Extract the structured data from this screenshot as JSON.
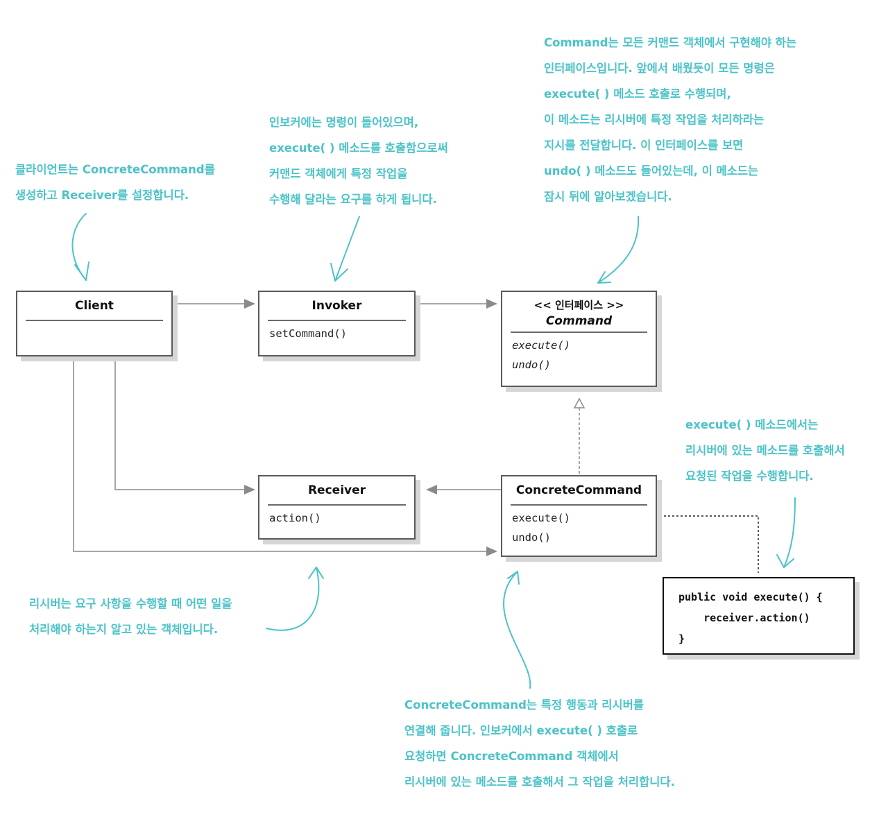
{
  "diagram": {
    "classes": {
      "client": {
        "name": "Client",
        "methods": []
      },
      "invoker": {
        "name": "Invoker",
        "methods": [
          "setCommand()"
        ]
      },
      "command": {
        "stereotype": "<< 인터페이스 >>",
        "name": "Command",
        "methods": [
          "execute()",
          "undo()"
        ]
      },
      "receiver": {
        "name": "Receiver",
        "methods": [
          "action()"
        ]
      },
      "concrete": {
        "name": "ConcreteCommand",
        "methods": [
          "execute()",
          "undo()"
        ]
      }
    },
    "code": {
      "lines": [
        "public void execute() {",
        "    receiver.action()",
        "}"
      ]
    },
    "notes": {
      "client": [
        "클라이언트는 ConcreteCommand를",
        "생성하고 Receiver를 설정합니다."
      ],
      "invoker": [
        "인보커에는 명령이 들어있으며,",
        "execute( ) 메소드를 호출함으로써",
        "커맨드 객체에게 특정 작업을",
        "수행해 달라는 요구를 하게 됩니다."
      ],
      "command": [
        "Command는 모든 커맨드 객체에서 구현해야 하는",
        "인터페이스입니다. 앞에서 배웠듯이 모든 명령은",
        "execute( ) 메소드 호출로 수행되며,",
        "이 메소드는 리시버에 특정 작업을 처리하라는",
        "지시를 전달합니다. 이 인터페이스를 보면",
        "undo( ) 메소드도 들어있는데, 이 메소드는",
        "잠시 뒤에 알아보겠습니다."
      ],
      "execute": [
        "execute( ) 메소드에서는",
        "리시버에 있는 메소드를 호출해서",
        "요청된 작업을 수행합니다."
      ],
      "receiver": [
        "리시버는 요구 사항을 수행할 때 어떤 일을",
        "처리해야 하는지 알고 있는 객체입니다."
      ],
      "concrete": [
        "ConcreteCommand는 특정 행동과 리시버를",
        "연결해 줍니다. 인보커에서 execute( ) 호출로",
        "요청하면 ConcreteCommand 객체에서",
        "리시버에 있는 메소드를 호출해서 그 작업을 처리합니다."
      ]
    },
    "colors": {
      "annotation": "#4cc3c8",
      "border": "#5a5a5a",
      "shadow": "#d6d6d6"
    }
  }
}
